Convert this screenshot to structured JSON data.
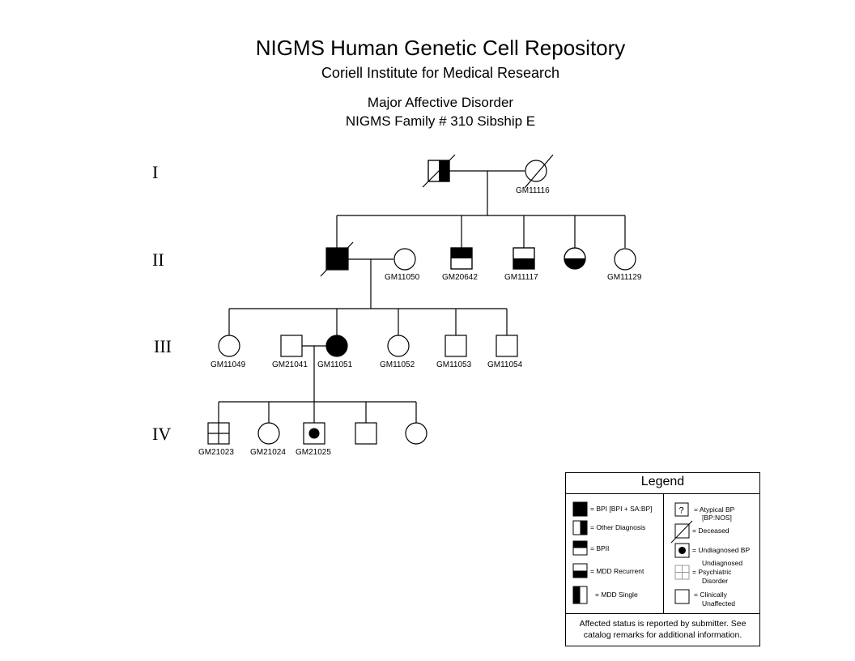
{
  "header": {
    "title": "NIGMS Human Genetic Cell Repository",
    "subtitle": "Coriell Institute for Medical Research",
    "disorder": "Major Affective Disorder",
    "family": "NIGMS Family # 310 Sibship E"
  },
  "generations": [
    "I",
    "II",
    "III",
    "IV"
  ],
  "individuals": {
    "i_father": "",
    "i_mother": "GM11116",
    "ii_father": "",
    "ii_mother": "GM11050",
    "ii_son1": "GM20642",
    "ii_son2": "GM11117",
    "ii_daughter1": "",
    "ii_daughter2": "GM11129",
    "iii_d1": "GM11049",
    "iii_husband": "GM21041",
    "iii_wife": "GM11051",
    "iii_d2": "GM11052",
    "iii_s1": "GM11053",
    "iii_s2": "GM11054",
    "iv_1": "GM21023",
    "iv_2": "GM21024",
    "iv_3": "GM21025",
    "iv_4": "",
    "iv_5": ""
  },
  "legend": {
    "title": "Legend",
    "bpi": "= BPI [BPI + SA:BP]",
    "other": "= Other Diagnosis",
    "bpii": "= BPII",
    "mdd_recurrent": "= MDD Recurrent",
    "mdd_single": "= MDD Single",
    "atypical_mark": "?",
    "atypical_l1": "= Atypical BP",
    "atypical_l2": "[BP:NOS]",
    "deceased": "= Deceased",
    "undiagnosed_bp": "= Undiagnosed BP",
    "undiag_psych_l1": "Undiagnosed",
    "undiag_psych_l2": "= Psychiatric",
    "undiag_psych_l3": "Disorder",
    "unaffected_l1": "= Clinically",
    "unaffected_l2": "Unaffected",
    "note": "Affected status is reported by submitter. See catalog remarks for additional information."
  }
}
